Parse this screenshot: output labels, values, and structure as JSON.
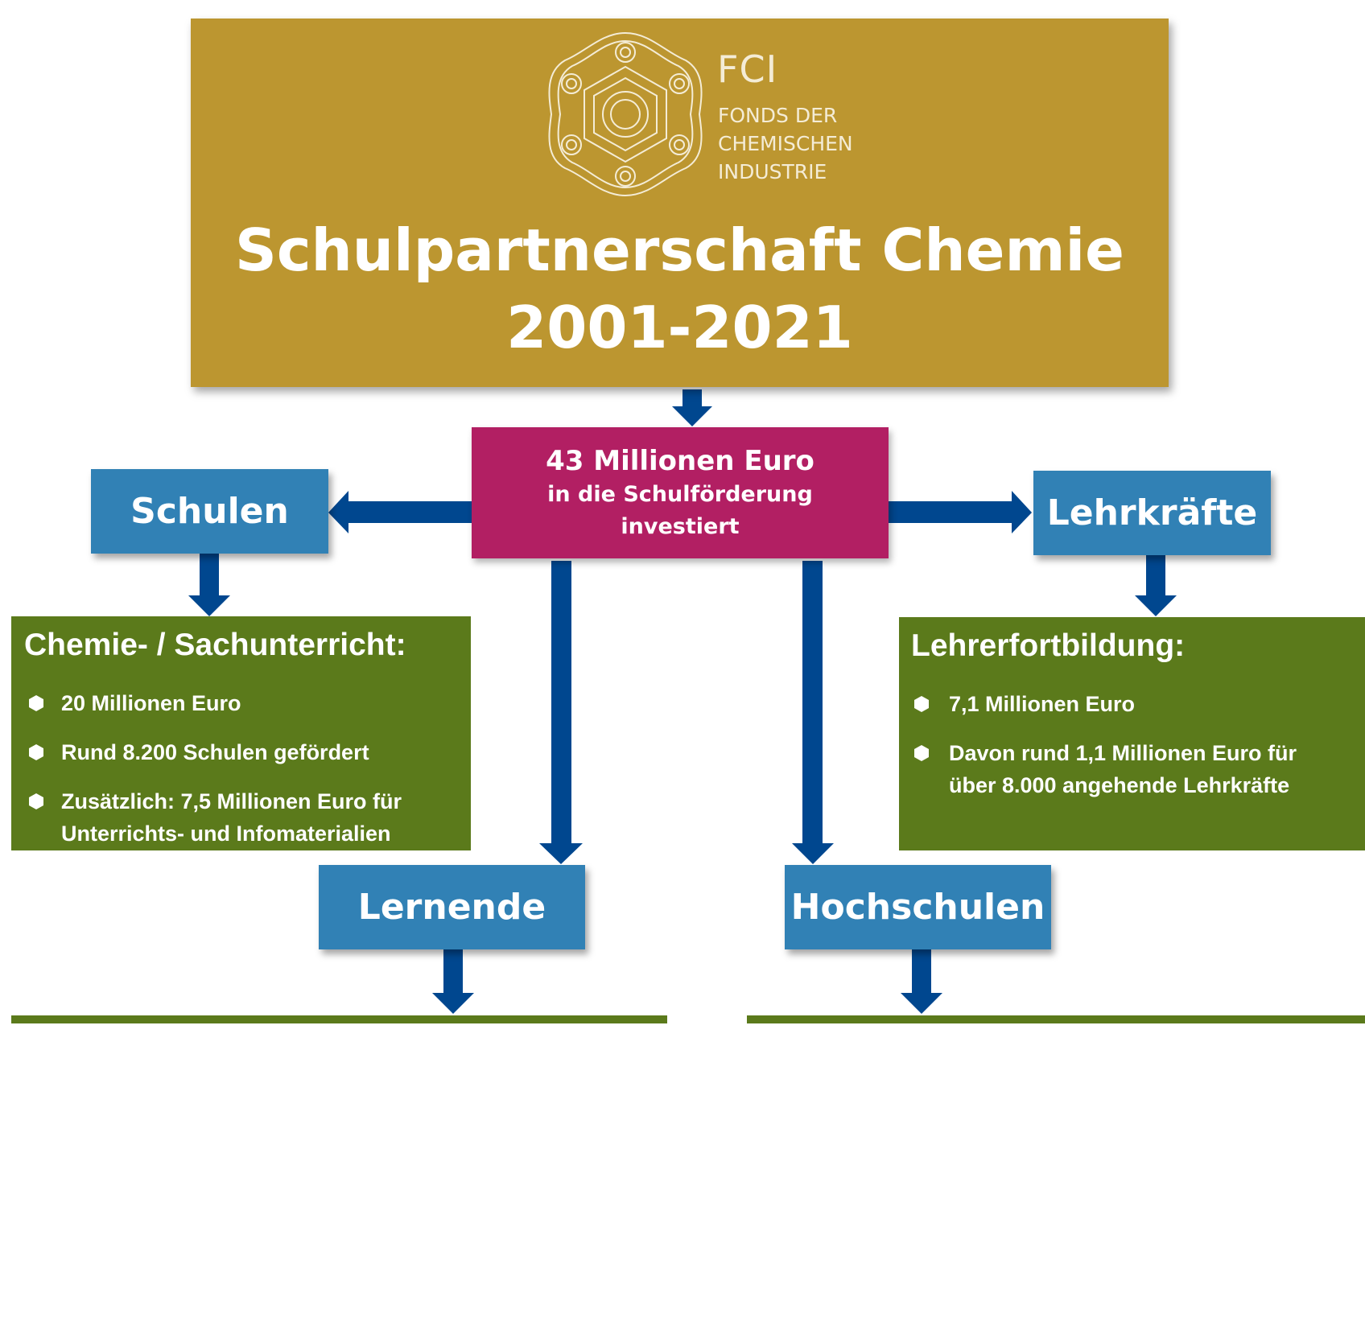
{
  "logo": {
    "icon": "fci-logo-icon",
    "abbrev": "FCI",
    "name_lines": [
      "FONDS DER",
      "CHEMISCHEN",
      "INDUSTRIE"
    ]
  },
  "header": {
    "title": "Schulpartnerschaft Chemie",
    "years": "2001-2021"
  },
  "center": {
    "amount": "43 Millionen Euro",
    "line2": "in die Schulförderung",
    "line3": "investiert"
  },
  "nodes": {
    "schulen": "Schulen",
    "lehrkraefte": "Lehrkräfte",
    "lernende": "Lernende",
    "hochschulen": "Hochschulen"
  },
  "left_panel": {
    "heading": "Chemie- / Sachunterricht:",
    "items": [
      "20 Millionen Euro",
      "Rund 8.200 Schulen gefördert",
      "Zusätzlich: 7,5 Millionen Euro für",
      "Unterrichts- und Infomaterialien"
    ]
  },
  "right_panel": {
    "heading": "Lehrerfortbildung:",
    "items": [
      "7,1 Millionen Euro",
      "Davon  rund 1,1 Millionen Euro für",
      "über 8.000 angehende Lehrkräfte"
    ]
  },
  "colors": {
    "gold": "#bc9630",
    "magenta": "#b21f63",
    "node_blue": "#3181b5",
    "arrow_blue": "#00478f",
    "green": "#5b7a1b"
  }
}
